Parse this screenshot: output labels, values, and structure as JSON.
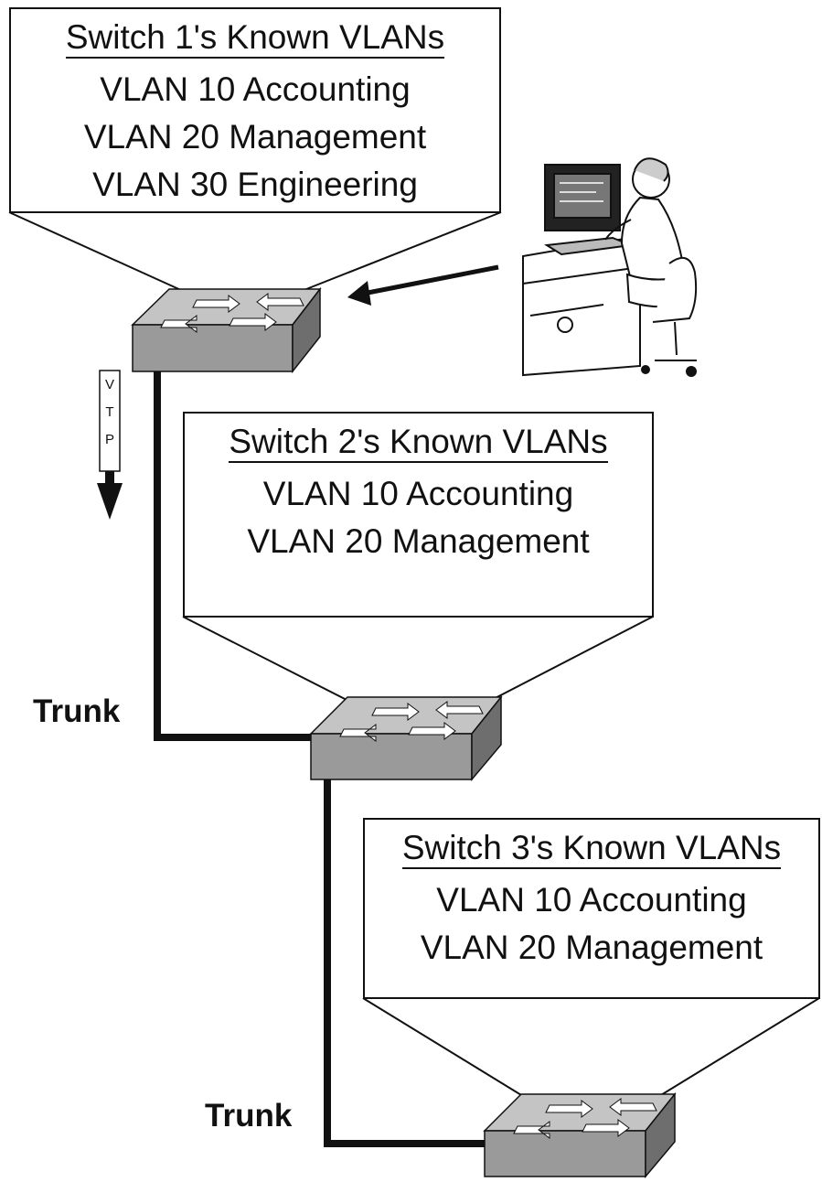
{
  "switch1": {
    "title": "Switch 1's Known VLANs",
    "vlans": [
      "VLAN 10 Accounting",
      "VLAN 20 Management",
      "VLAN 30 Engineering"
    ]
  },
  "switch2": {
    "title": "Switch 2's Known VLANs",
    "vlans": [
      "VLAN 10 Accounting",
      "VLAN 20 Management"
    ]
  },
  "switch3": {
    "title": "Switch 3's Known VLANs",
    "vlans": [
      "VLAN 10 Accounting",
      "VLAN 20 Management"
    ]
  },
  "links": {
    "trunk1": "Trunk",
    "trunk2": "Trunk"
  },
  "vtp": {
    "letters": [
      "V",
      "T",
      "P"
    ]
  },
  "colors": {
    "switch_top": "#c4c4c4",
    "switch_front": "#9a9a9a",
    "switch_side": "#6e6e6e",
    "line": "#111111"
  }
}
